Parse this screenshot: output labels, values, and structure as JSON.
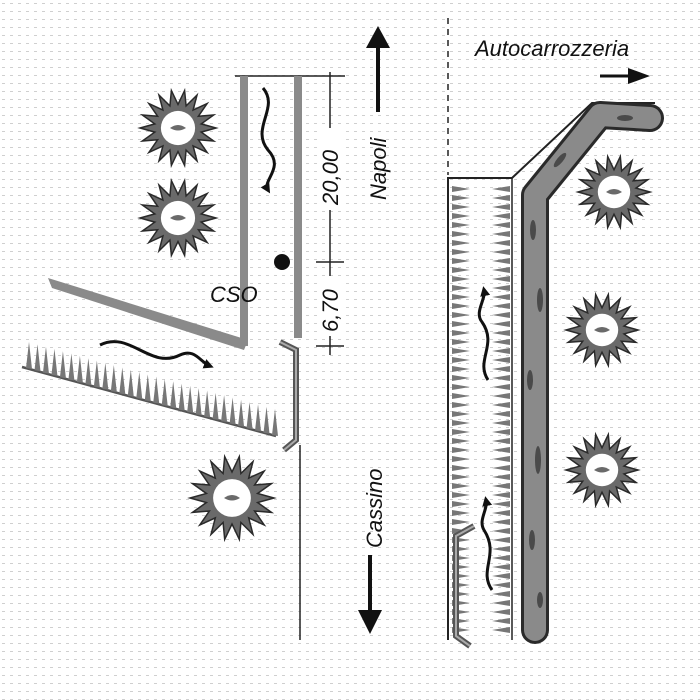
{
  "labels": {
    "cso": "CSO",
    "napoli": "Napoli",
    "cassino": "Cassino",
    "autocarrozzeria": "Autocarrozzeria"
  },
  "dimensions": {
    "upper": "20,00",
    "lower": "6,70"
  },
  "colors": {
    "channel": "#8a8a8a",
    "channel_dark": "#555555",
    "shrub_fill": "#6a6a6a",
    "shrub_stroke": "#2a2a2a",
    "grass": "#777777",
    "hatch_dots": "#c8c8c8"
  }
}
